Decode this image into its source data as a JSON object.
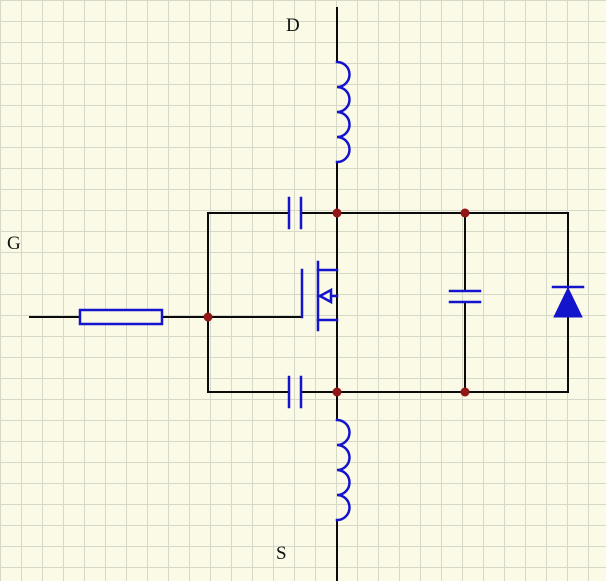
{
  "canvas": {
    "background": "#fbfae6",
    "grid_color": "#d6d8c8",
    "wire_color": "#0a0a0a",
    "component_color": "#1414cc",
    "junction_color": "#911616",
    "label_color": "#111111"
  },
  "labels": {
    "drain": "D",
    "gate": "G",
    "source": "S"
  },
  "components": [
    {
      "id": "inductor-drain",
      "type": "inductor"
    },
    {
      "id": "inductor-source",
      "type": "inductor"
    },
    {
      "id": "resistor-gate",
      "type": "resistor"
    },
    {
      "id": "capacitor-gate-top",
      "type": "capacitor"
    },
    {
      "id": "capacitor-gate-bottom",
      "type": "capacitor"
    },
    {
      "id": "capacitor-shunt",
      "type": "capacitor"
    },
    {
      "id": "diode-shunt",
      "type": "diode"
    },
    {
      "id": "transistor",
      "type": "n-channel-mosfet"
    }
  ]
}
